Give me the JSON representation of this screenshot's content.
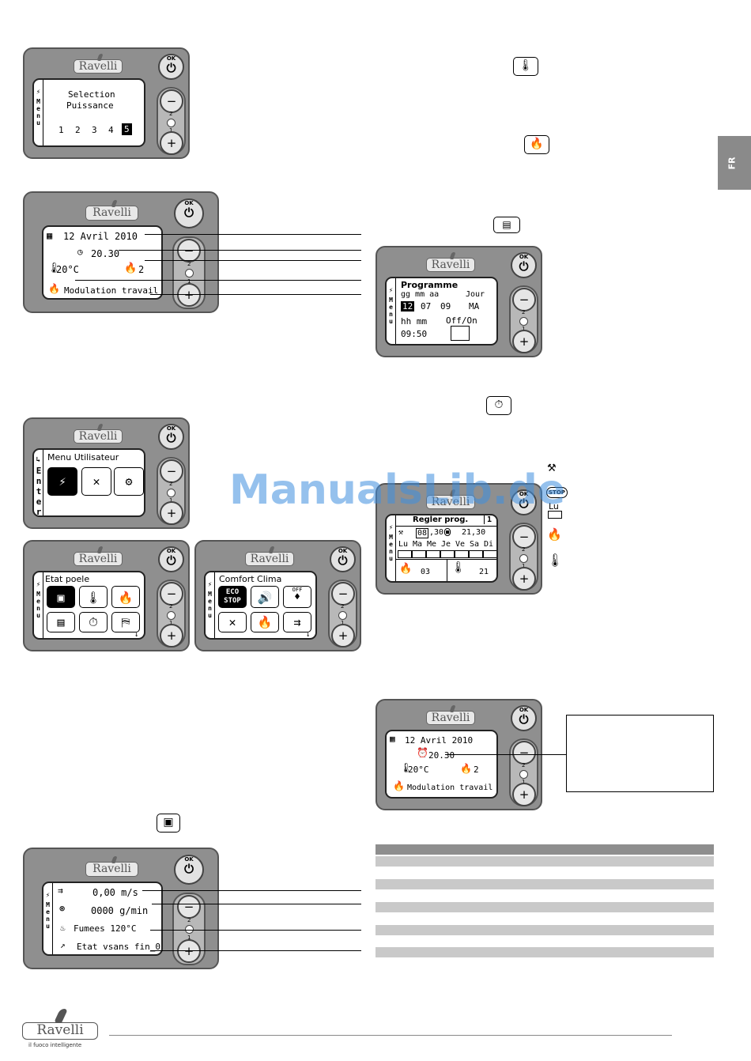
{
  "brand": "Ravelli",
  "ok_label": "OK",
  "btn_minus": "−",
  "btn_plus": "+",
  "num_2": "2",
  "num_1": "1",
  "menu_label": "Menu",
  "enter_label": "Enter",
  "screen1": {
    "title1": "Selection",
    "title2": "Puissance",
    "levels": [
      "1",
      "2",
      "3",
      "4",
      "5"
    ]
  },
  "screen2": {
    "date": "12 Avril 2010",
    "time": "20.30",
    "temp": "20°C",
    "power": "2",
    "status": "Modulation travail"
  },
  "screen3": {
    "title": "Menu Utilisateur"
  },
  "screen4": {
    "title": "Etat poele"
  },
  "screen5": {
    "title": "Comfort Clima",
    "eco": "ECO",
    "stop": "STOP",
    "off": "OFF"
  },
  "screen6": {
    "speed": "0,00 m/s",
    "flow": "0000 g/min",
    "fumes": "Fumees 120°C",
    "state": "Etat vsans fin_0"
  },
  "screen7": {
    "title": "Programme",
    "col_headers": "gg mm aa",
    "jour": "Jour",
    "day": "12",
    "month": "07",
    "year": "09",
    "dayname": "MA",
    "time_header": "hh mm",
    "offon": "Off/On",
    "time": "09:50"
  },
  "screen8": {
    "title": "Regler prog.",
    "number": "1",
    "start": "08",
    "start_min": ",30",
    "stop_time": "21,30",
    "days": [
      "Lu",
      "Ma",
      "Me",
      "Je",
      "Ve",
      "Sa",
      "Di"
    ],
    "power": "03",
    "temp": "21"
  },
  "screen9": {
    "date": "12 Avril 2010",
    "time": "20.30",
    "temp": "20°C",
    "power": "2",
    "status": "Modulation travail"
  },
  "legend": {
    "stop": "STOP",
    "lu": "Lu"
  },
  "tab": "FR",
  "watermark": "ManualsLib.de",
  "footer_brand": "Ravelli",
  "footer_tagline": "il fuoco intelligente"
}
